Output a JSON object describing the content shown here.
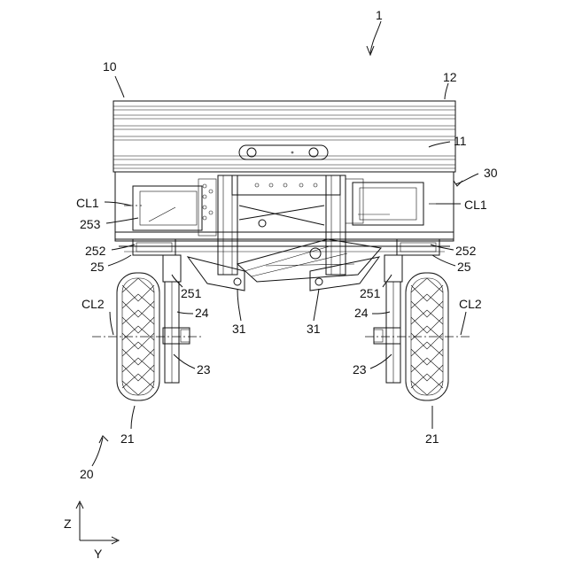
{
  "labels": {
    "assembly": "1",
    "body": "10",
    "top_plate": "12",
    "frame": "11",
    "lift_mechanism": "30",
    "centerline_1_left": "CL1",
    "centerline_1_right": "CL1",
    "part_253": "253",
    "part_252_left": "252",
    "part_252_right": "252",
    "part_25_left": "25",
    "part_25_right": "25",
    "part_251_left": "251",
    "part_251_right": "251",
    "part_31_left": "31",
    "part_31_right": "31",
    "centerline_2_left": "CL2",
    "centerline_2_right": "CL2",
    "part_24_left": "24",
    "part_24_right": "24",
    "part_23_left": "23",
    "part_23_right": "23",
    "wheel_left": "21",
    "wheel_right": "21",
    "drive_unit": "20"
  },
  "axes": {
    "vertical": "Z",
    "horizontal": "Y"
  }
}
